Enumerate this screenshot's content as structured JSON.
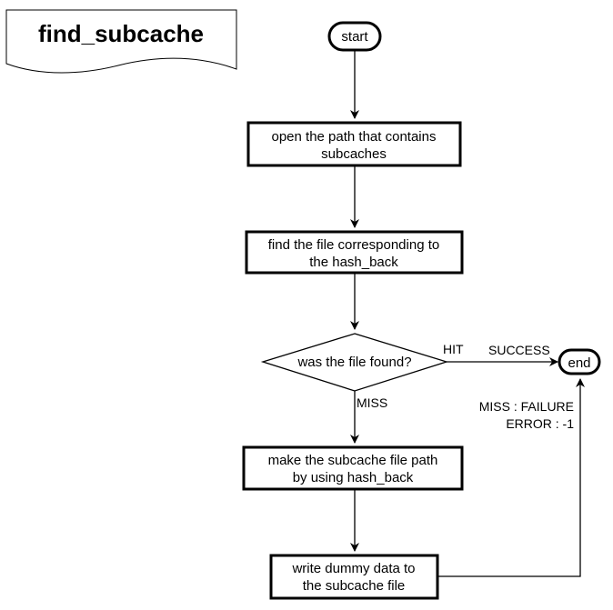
{
  "title": "find_subcache",
  "nodes": {
    "start": "start",
    "open_path": [
      "open the path that contains",
      "subcaches"
    ],
    "find_file": [
      "find the file corresponding to",
      "the hash_back"
    ],
    "decision": "was the file found?",
    "make_path": [
      "make the subcache file path",
      "by using hash_back"
    ],
    "write_dummy": [
      "write dummy data to",
      "the subcache file"
    ],
    "end": "end"
  },
  "edge_labels": {
    "hit": "HIT",
    "success": "SUCCESS",
    "miss": "MISS",
    "miss_failure": "MISS : FAILURE",
    "error": "ERROR : -1"
  },
  "colors": {
    "stroke": "#000000",
    "fill": "#ffffff",
    "text": "#000000"
  }
}
